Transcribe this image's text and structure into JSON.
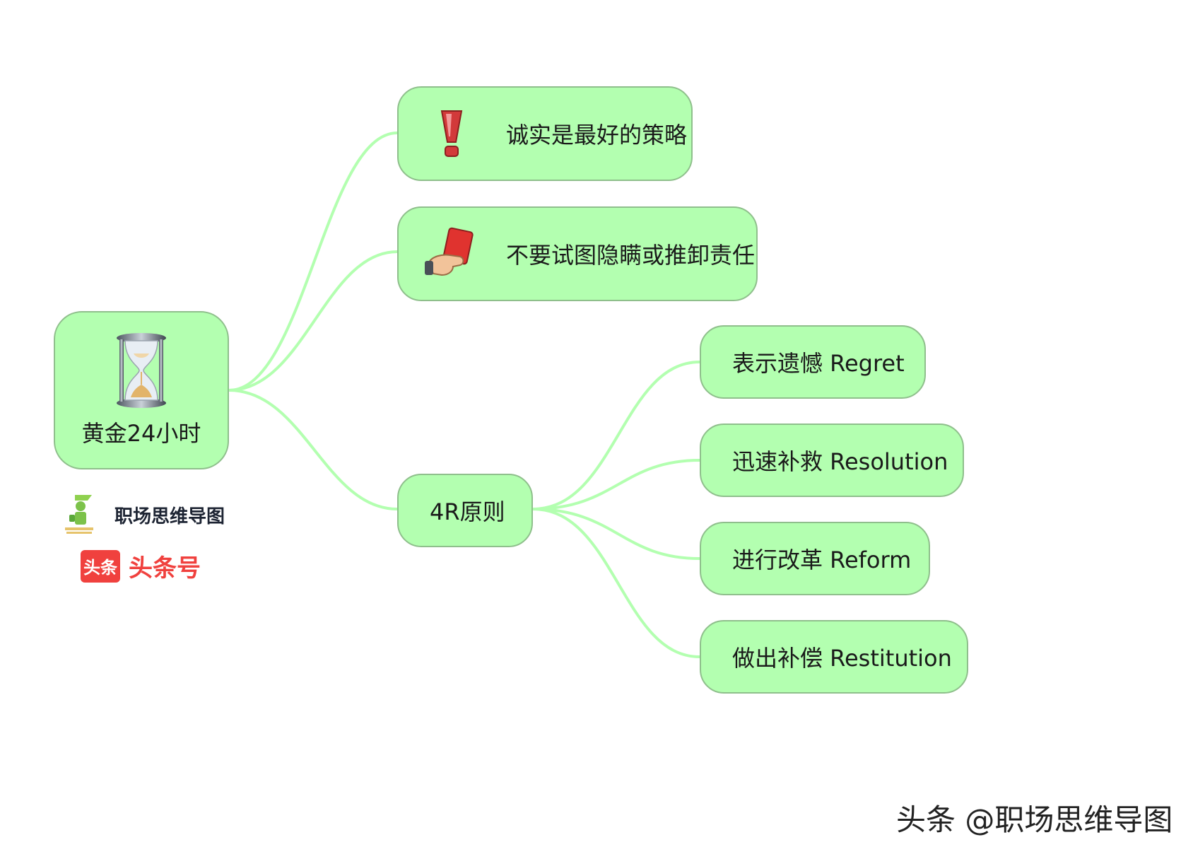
{
  "root": {
    "label": "黄金24小时",
    "icon": "hourglass-icon"
  },
  "branches": [
    {
      "label": "诚实是最好的策略",
      "icon": "exclamation-icon"
    },
    {
      "label": "不要试图隐瞒或推卸责任",
      "icon": "red-card-hand-icon"
    },
    {
      "label": "4R原则"
    }
  ],
  "children": [
    {
      "label": "表示遗憾 Regret"
    },
    {
      "label": "迅速补救 Resolution"
    },
    {
      "label": "进行改革 Reform"
    },
    {
      "label": "做出补偿 Restitution"
    }
  ],
  "credit": {
    "name": "职场思维导图",
    "brand": "头条号",
    "brand_badge": "头条"
  },
  "watermark": "头条 @职场思维导图",
  "colors": {
    "node_fill": "#b3ffb0",
    "node_border": "#8fbf8c",
    "connector": "#b3ffb0",
    "brand": "#f0413e"
  }
}
